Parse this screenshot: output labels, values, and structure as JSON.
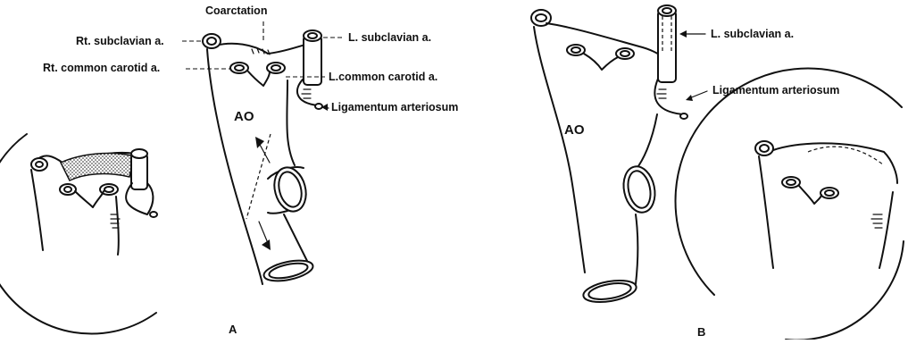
{
  "panel_a": {
    "coarctation": "Coarctation",
    "rt_subclavian": "Rt. subclavian a.",
    "rt_common_carotid": "Rt. common carotid a.",
    "l_subclavian": "L. subclavian a.",
    "l_common_carotid": "L.common carotid a.",
    "ligamentum": "Ligamentum arteriosum",
    "ao": "AO",
    "letter": "A"
  },
  "panel_b": {
    "l_subclavian": "L. subclavian a.",
    "ligamentum": "Ligamentum arteriosum",
    "ao": "AO",
    "letter": "B"
  }
}
